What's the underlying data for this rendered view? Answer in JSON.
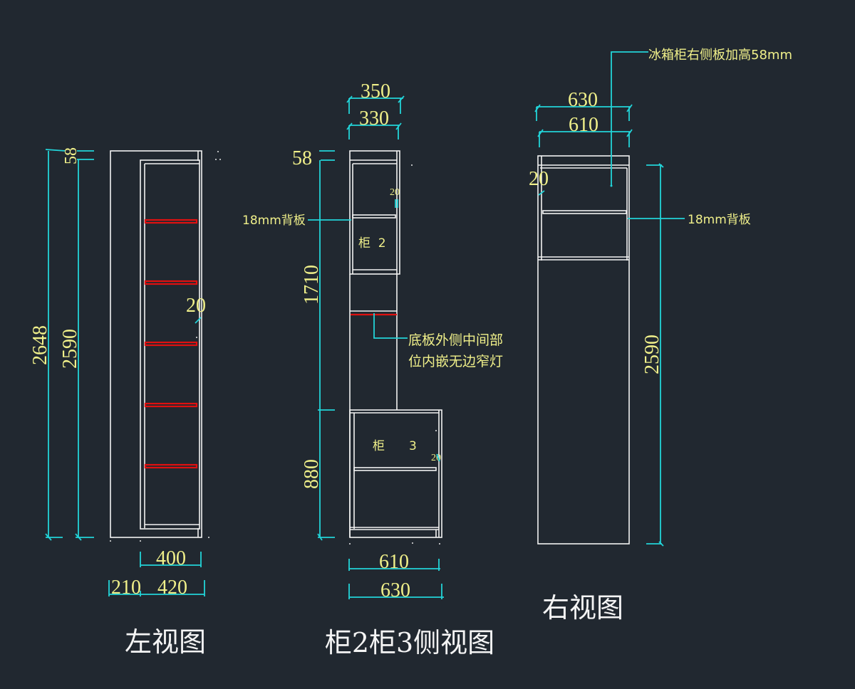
{
  "colors": {
    "background": "#212830",
    "outline": "#f2f2f2",
    "dimension_line": "#22d3d8",
    "dimension_text": "#f0f08a",
    "light_strip": "#e01010"
  },
  "views": {
    "left": {
      "title": "左视图",
      "dims": {
        "total_height": "2648",
        "body_height": "2590",
        "top_raise": "58",
        "side_gap": "20",
        "inner_depth": "400",
        "front_offset": "210",
        "depth": "420"
      },
      "shelf_count": 5
    },
    "middle": {
      "title": "柜2柜3侧视图",
      "dims": {
        "upper_outer_depth": "350",
        "upper_inner_depth": "330",
        "top_raise": "58",
        "upper_height": "1710",
        "lower_height": "880",
        "upper_gap": "20",
        "lower_gap": "20",
        "lower_inner_depth": "610",
        "lower_outer_depth": "630"
      },
      "labels": {
        "back_panel": "18mm背板",
        "cabinet2": "柜  2",
        "cabinet3_char": "柜",
        "cabinet3_num": "3",
        "light_note_line1": "底板外侧中间部",
        "light_note_line2": "位内嵌无边窄灯"
      }
    },
    "right": {
      "title": "右视图",
      "dims": {
        "outer_depth": "630",
        "inner_depth": "610",
        "gap": "20",
        "height": "2590"
      },
      "labels": {
        "raise_note": "冰箱柜右侧板加高58mm",
        "back_panel": "18mm背板"
      }
    }
  }
}
